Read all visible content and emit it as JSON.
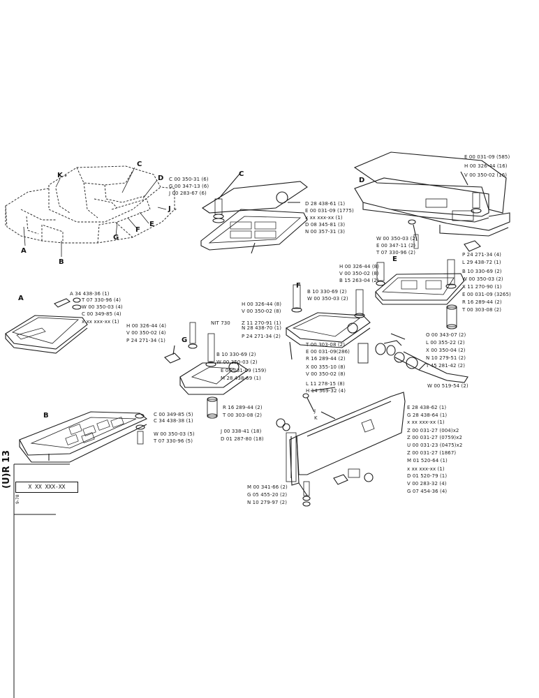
{
  "sections": {
    "c": "C",
    "d": "D",
    "a": "A",
    "b": "B",
    "e": "E",
    "f": "F",
    "g": "G",
    "k": "K",
    "j": "J"
  },
  "overview_labels": [
    "C",
    "D",
    "A",
    "B",
    "E",
    "F",
    "G",
    "K",
    "J"
  ],
  "parts_c": [
    "C 00 350-31 (6)",
    "G 00 347-13 (6)",
    "J 00 283-67 (6)",
    "D 28 438-61 (1)",
    "E 00 031-09 (1775)",
    "x xx xxx-xx (1)",
    "D 08 345-81 (3)",
    "N 00 357-31 (3)"
  ],
  "parts_e_top": [
    "E 00 031-09 (585)",
    "H 00 326-44 (16)",
    "V 00 350-02 (16)"
  ],
  "parts_d_mid": [
    "W 00 350-03 (2)",
    "E 00 347-11 (2)",
    "T 07 330-96 (2)",
    "P 24 271-34 (4)",
    "L 29 438-72 (1)"
  ],
  "parts_e_left": [
    "H 00 326-44 (8)",
    "V 00 350-02 (8)",
    "B 15 263-04 (2)"
  ],
  "parts_e_right": [
    "B 10 330-69 (2)",
    "W 00 350-03 (2)",
    "X 11 270-90 (1)",
    "E 00 031-09 (3265)",
    "R 16 289-44 (2)",
    "T 00 303-08 (2)"
  ],
  "parts_a": [
    "A 34 438-36 (1)",
    "T 07 330-96 (4)",
    "W 00 350-03 (4)",
    "C 00 349-85 (4)",
    "x xx xxx-xx (1)"
  ],
  "parts_f_left": [
    "H 00 326-44 (8)",
    "V 00 350-02 (8)"
  ],
  "parts_f_right": [
    "B 10 330-69 (2)",
    "W 00 350-03 (2)"
  ],
  "parts_nit": [
    "NIT 730",
    "Z 11 270-91 (1)",
    "N 28 438-70 (1)",
    "P 24 271-34 (2)",
    "T 00 303-08 (2)",
    "E 00 031-09(286)",
    "R 16 289-44 (2)",
    "X 00 355-10 (8)",
    "V 00 350-02 (8)",
    "L 11 278-15 (8)",
    "H 14 369-32 (4)"
  ],
  "parts_g": [
    "H 00 326-44 (4)",
    "V 00 350-02 (4)",
    "P 24 271-34 (1)",
    "B 10 330-69 (2)",
    "W 00 350-03 (2)",
    "E 00 031-09 (159)",
    "M 28 438-69 (1)",
    "R 16 289-44 (2)",
    "T 00 303-08 (2)"
  ],
  "parts_hose": [
    "O 00 343-07 (2)",
    "L 00 355-22 (2)",
    "X 00 350-04 (2)",
    "N 10 279-51 (2)",
    "T 45 281-42 (2)",
    "W 00 519-54 (2)"
  ],
  "parts_b": [
    "C 00 349-85 (5)",
    "C 34 438-38 (1)",
    "W 00 350-03 (5)",
    "T 07 330-96 (5)"
  ],
  "parts_jk": [
    "J",
    "K"
  ],
  "parts_panel_right": [
    "E 28 438-62 (1)",
    "G 28 438-64 (1)",
    "x xx xxx-xx (1)",
    "Z 00 031-27 (004)x2",
    "Z 00 031-27 (0759)x2",
    "U 00 031-23 (0475)x2",
    "Z 00 031-27 (1867)",
    "M 01 520-64 (1)",
    "x xx xxx-xx (1)",
    "D 01 520-79 (1)",
    "V 00 283-32 (4)",
    "G 07 454-36 (4)"
  ],
  "parts_panel_left": [
    "J 00 338-41 (18)",
    "D 01 287-80 (18)"
  ],
  "parts_bottom": [
    "M 00 341-66 (2)",
    "G 05 455-20 (2)",
    "N 10 279-97 (2)"
  ],
  "sidebar": {
    "code_box": "X XX XXX-XX",
    "rotated_title": "(U)R 13",
    "rotated_small": "9-78"
  }
}
